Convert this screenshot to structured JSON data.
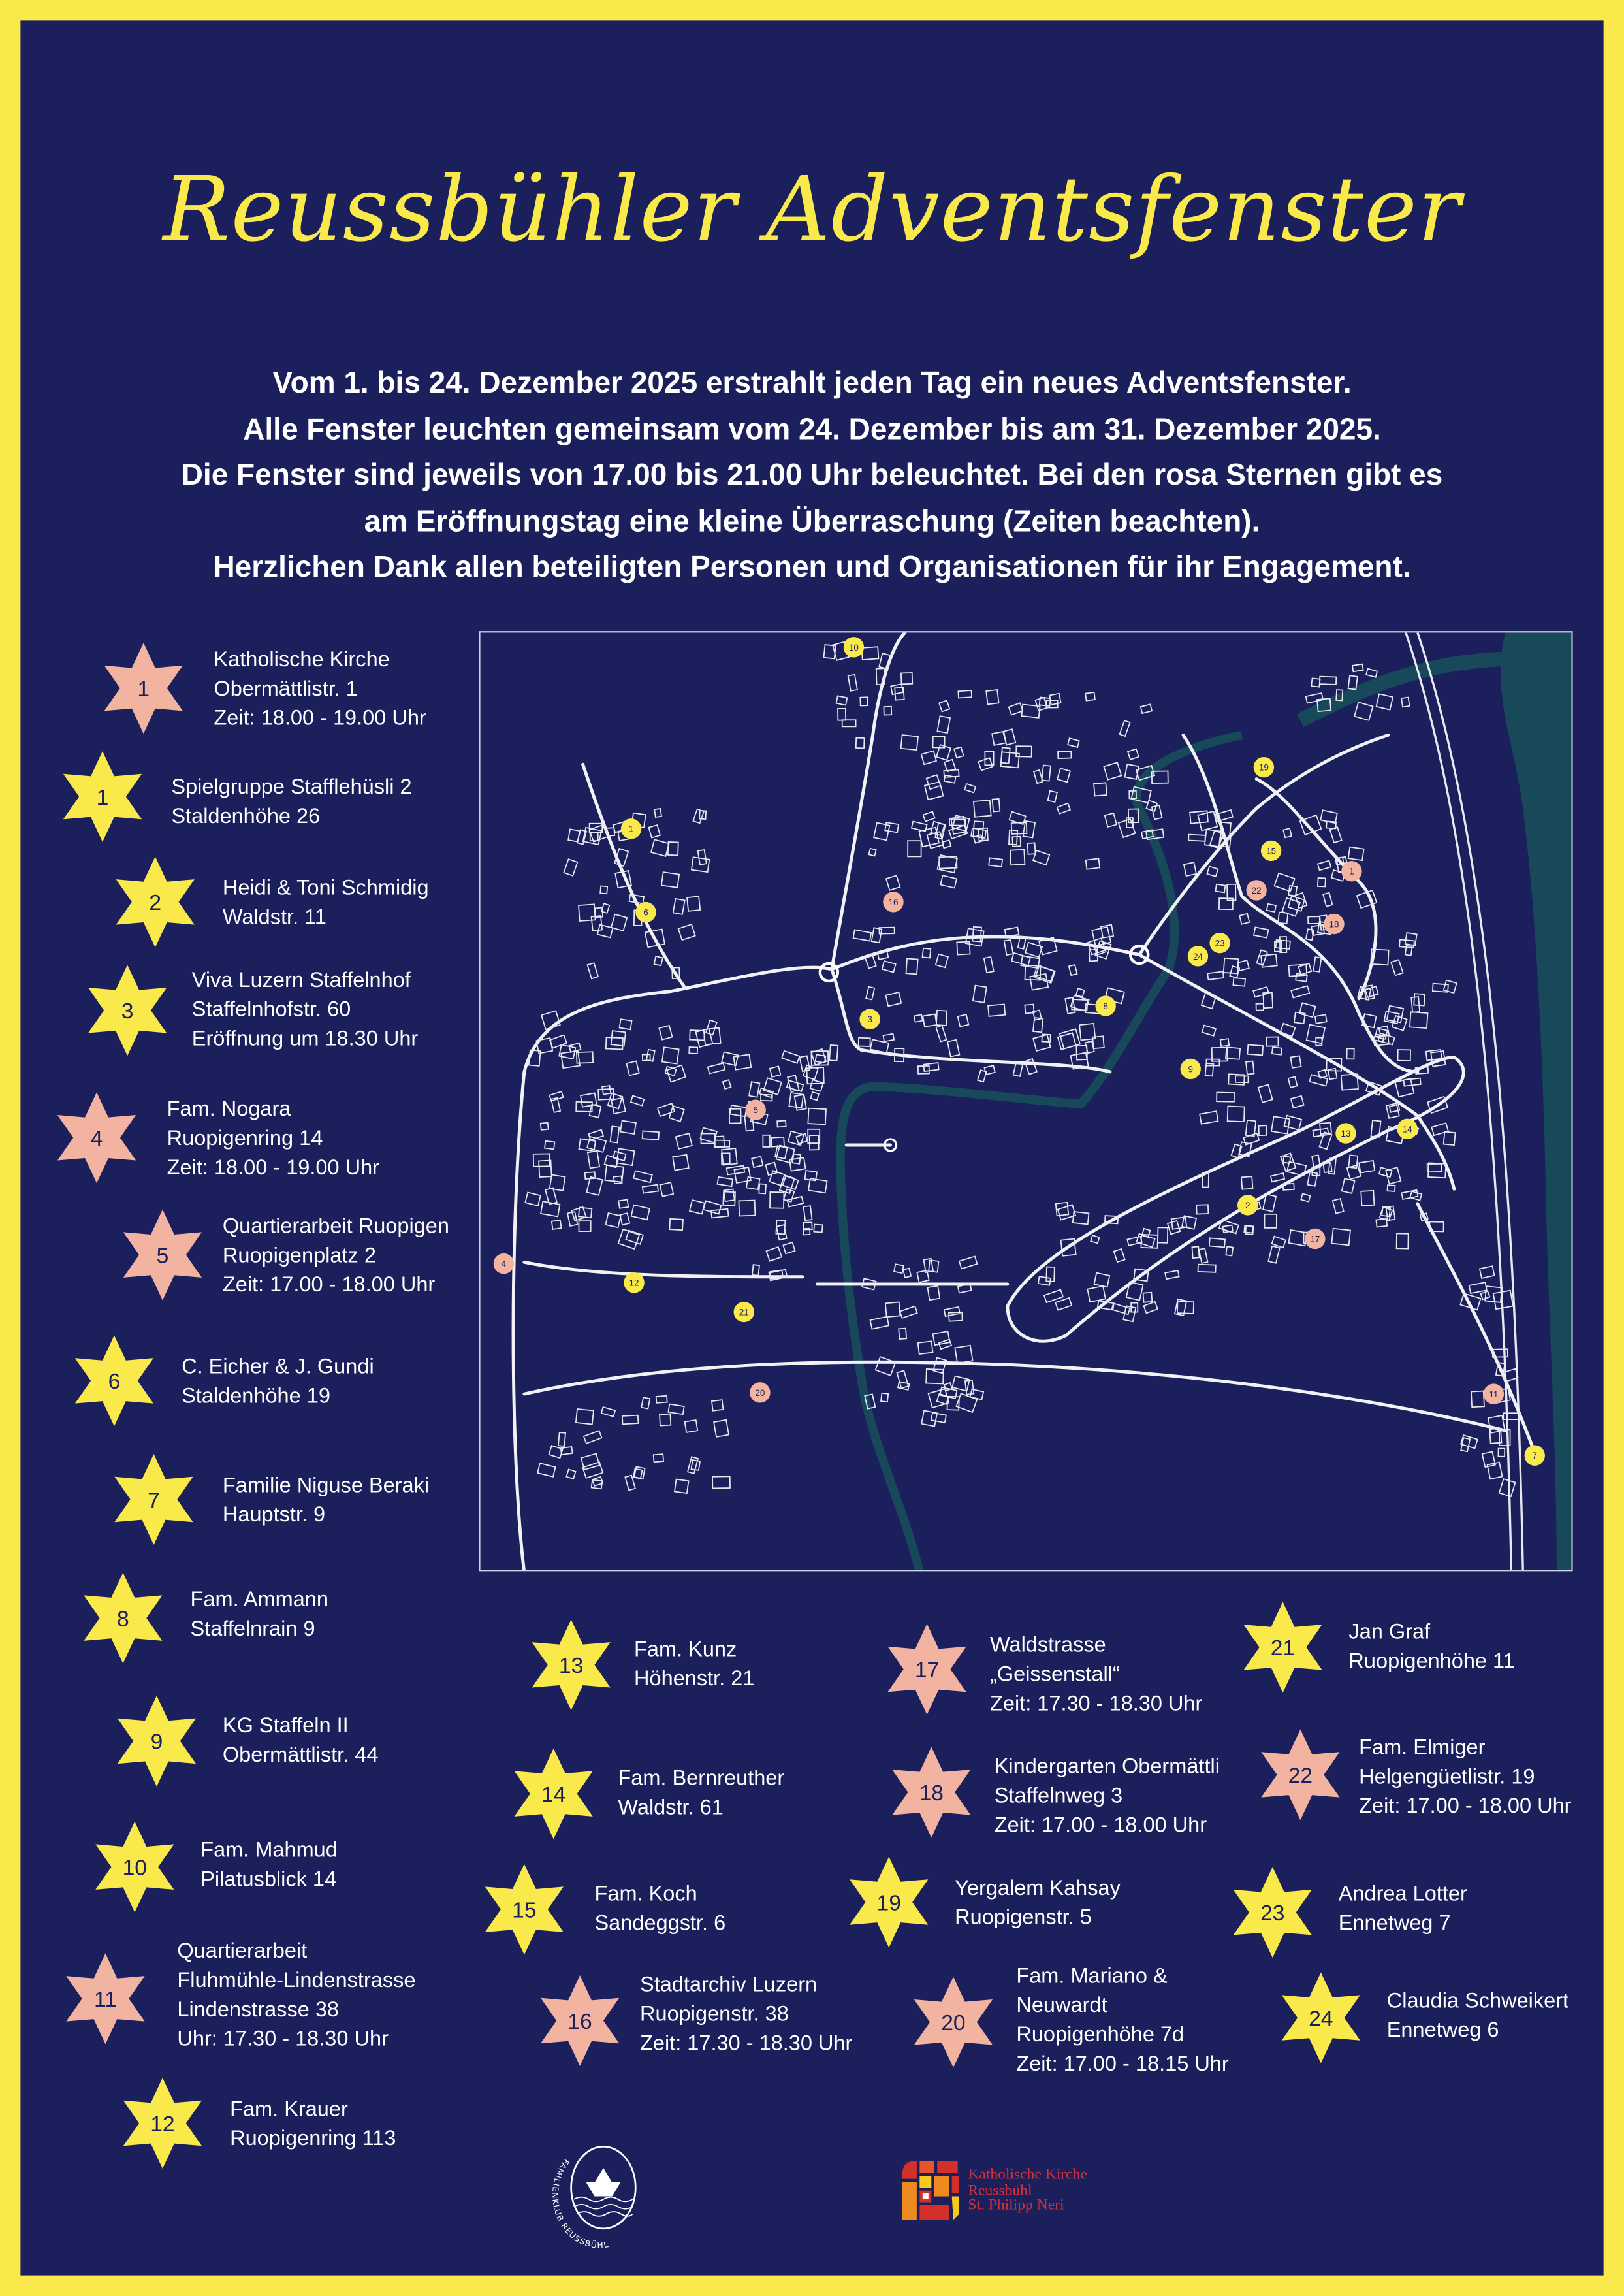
{
  "title": "Reussbühler Adventsfenster",
  "intro": [
    "Vom 1. bis 24. Dezember 2025 erstrahlt jeden Tag ein neues Adventsfenster.",
    "Alle Fenster leuchten gemeinsam vom 24. Dezember bis am 31. Dezember 2025.",
    "Die Fenster sind jeweils von 17.00 bis 21.00 Uhr beleuchtet. Bei den rosa Sternen gibt es",
    "am Eröffnungstag eine kleine Überraschung (Zeiten beachten).",
    "Herzlichen Dank allen beteiligten Personen und Organisationen für ihr Engagement."
  ],
  "colors": {
    "background": "#1b1f5b",
    "yellow_star": "#f9e94b",
    "pink_star": "#f2b4a0",
    "border": "#f9e94b",
    "river": "#17495a",
    "logo_red": "#d2323a"
  },
  "entries": [
    {
      "n": "1",
      "kind": "pink",
      "lines": [
        "Katholische Kirche",
        "Obermättlistr. 1",
        "Zeit: 18.00 - 19.00 Uhr"
      ]
    },
    {
      "n": "1",
      "kind": "yellow",
      "lines": [
        "Spielgruppe Stafflehüsli 2",
        "Staldenhöhe 26"
      ]
    },
    {
      "n": "2",
      "kind": "yellow",
      "lines": [
        "Heidi & Toni Schmidig",
        "Waldstr. 11"
      ]
    },
    {
      "n": "3",
      "kind": "yellow",
      "lines": [
        "Viva Luzern Staffelnhof",
        "Staffelnhofstr. 60",
        "Eröffnung um 18.30 Uhr"
      ]
    },
    {
      "n": "4",
      "kind": "pink",
      "lines": [
        "Fam. Nogara",
        "Ruopigenring 14",
        "Zeit: 18.00 - 19.00 Uhr"
      ]
    },
    {
      "n": "5",
      "kind": "pink",
      "lines": [
        "Quartierarbeit Ruopigen",
        "Ruopigenplatz 2",
        "Zeit: 17.00 - 18.00 Uhr"
      ]
    },
    {
      "n": "6",
      "kind": "yellow",
      "lines": [
        "C. Eicher &  J. Gundi",
        "Staldenhöhe 19"
      ]
    },
    {
      "n": "7",
      "kind": "yellow",
      "lines": [
        "Familie Niguse Beraki",
        "Hauptstr. 9"
      ]
    },
    {
      "n": "8",
      "kind": "yellow",
      "lines": [
        "Fam. Ammann",
        "Staffelnrain 9"
      ]
    },
    {
      "n": "9",
      "kind": "yellow",
      "lines": [
        "KG Staffeln II",
        "Obermättlistr. 44"
      ]
    },
    {
      "n": "10",
      "kind": "yellow",
      "lines": [
        "Fam. Mahmud",
        "Pilatusblick 14"
      ]
    },
    {
      "n": "11",
      "kind": "pink",
      "lines": [
        "Quartierarbeit",
        "Fluhmühle-Lindenstrasse",
        "Lindenstrasse 38",
        "Uhr: 17.30 - 18.30 Uhr"
      ]
    },
    {
      "n": "12",
      "kind": "yellow",
      "lines": [
        "Fam. Krauer",
        "Ruopigenring 113"
      ]
    },
    {
      "n": "13",
      "kind": "yellow",
      "lines": [
        "Fam. Kunz",
        "Höhenstr. 21"
      ]
    },
    {
      "n": "14",
      "kind": "yellow",
      "lines": [
        "Fam. Bernreuther",
        "Waldstr. 61"
      ]
    },
    {
      "n": "15",
      "kind": "yellow",
      "lines": [
        "Fam. Koch",
        "Sandeggstr. 6"
      ]
    },
    {
      "n": "16",
      "kind": "pink",
      "lines": [
        "Stadtarchiv Luzern",
        "Ruopigenstr. 38",
        "Zeit: 17.30 - 18.30 Uhr"
      ]
    },
    {
      "n": "17",
      "kind": "pink",
      "lines": [
        "Waldstrasse",
        "„Geissenstall“",
        "Zeit: 17.30 - 18.30 Uhr"
      ]
    },
    {
      "n": "18",
      "kind": "pink",
      "lines": [
        "Kindergarten Obermättli",
        "Staffelnweg 3",
        "Zeit: 17.00 - 18.00 Uhr"
      ]
    },
    {
      "n": "19",
      "kind": "yellow",
      "lines": [
        "Yergalem Kahsay",
        "Ruopigenstr. 5"
      ]
    },
    {
      "n": "20",
      "kind": "pink",
      "lines": [
        "Fam. Mariano &",
        "Neuwardt",
        "Ruopigenhöhe 7d",
        "Zeit: 17.00 - 18.15 Uhr"
      ]
    },
    {
      "n": "21",
      "kind": "yellow",
      "lines": [
        "Jan Graf",
        "Ruopigenhöhe 11"
      ]
    },
    {
      "n": "22",
      "kind": "pink",
      "lines": [
        "Fam. Elmiger",
        "Helgengüetlistr. 19",
        "Zeit: 17.00 - 18.00 Uhr"
      ]
    },
    {
      "n": "23",
      "kind": "yellow",
      "lines": [
        "Andrea Lotter",
        "Ennetweg 7"
      ]
    },
    {
      "n": "24",
      "kind": "yellow",
      "lines": [
        "Claudia Schweikert",
        "Ennetweg 6"
      ]
    }
  ],
  "map_markers": [
    {
      "n": "10",
      "kind": "yellow"
    },
    {
      "n": "19",
      "kind": "yellow"
    },
    {
      "n": "15",
      "kind": "yellow"
    },
    {
      "n": "1",
      "kind": "pink"
    },
    {
      "n": "22",
      "kind": "pink"
    },
    {
      "n": "18",
      "kind": "pink"
    },
    {
      "n": "23",
      "kind": "yellow"
    },
    {
      "n": "24",
      "kind": "yellow"
    },
    {
      "n": "1",
      "kind": "yellow"
    },
    {
      "n": "6",
      "kind": "yellow"
    },
    {
      "n": "16",
      "kind": "pink"
    },
    {
      "n": "3",
      "kind": "yellow"
    },
    {
      "n": "8",
      "kind": "yellow"
    },
    {
      "n": "9",
      "kind": "yellow"
    },
    {
      "n": "5",
      "kind": "pink"
    },
    {
      "n": "13",
      "kind": "yellow"
    },
    {
      "n": "14",
      "kind": "yellow"
    },
    {
      "n": "2",
      "kind": "yellow"
    },
    {
      "n": "17",
      "kind": "pink"
    },
    {
      "n": "4",
      "kind": "pink"
    },
    {
      "n": "12",
      "kind": "yellow"
    },
    {
      "n": "21",
      "kind": "yellow"
    },
    {
      "n": "20",
      "kind": "pink"
    },
    {
      "n": "11",
      "kind": "pink"
    },
    {
      "n": "7",
      "kind": "yellow"
    }
  ],
  "logos": {
    "familienklub": "FAMILIENKLUB REUSSBÜHL",
    "kirche": [
      "Katholische Kirche",
      "Reussbühl",
      "St. Philipp Neri"
    ]
  }
}
